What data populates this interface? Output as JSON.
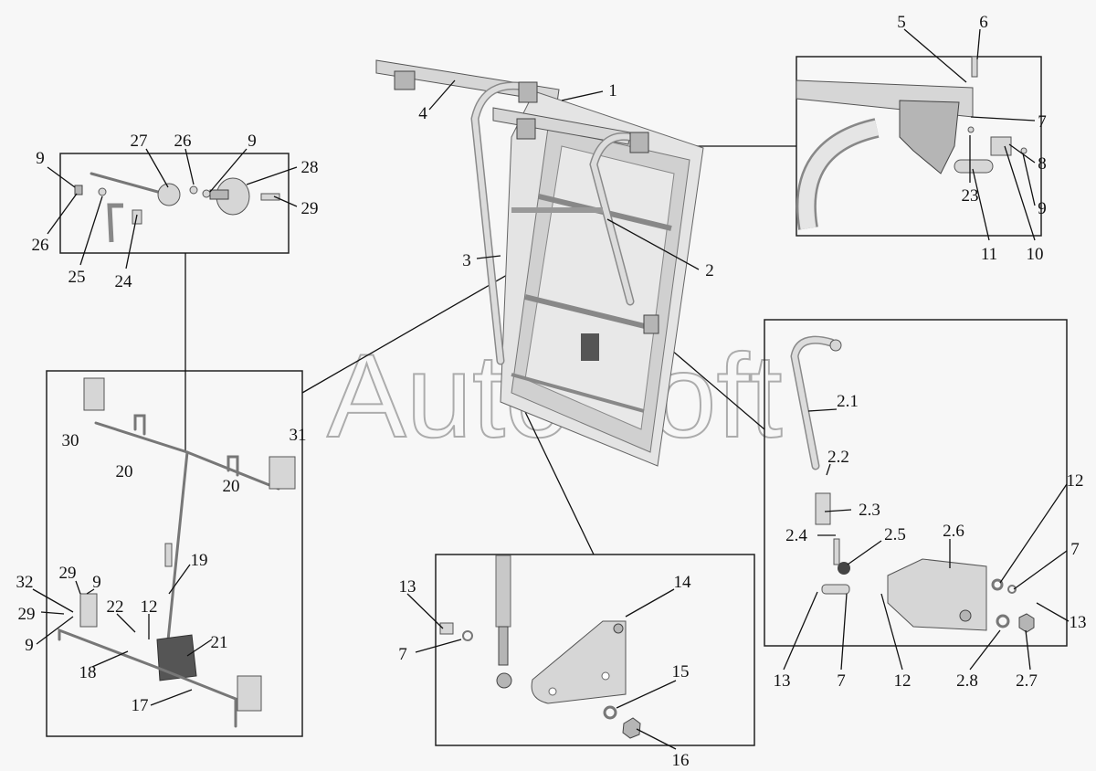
{
  "watermark": "AutoSoft",
  "labels": [
    "5",
    "6",
    "1",
    "4",
    "7",
    "8",
    "27",
    "26",
    "9",
    "9",
    "28",
    "29",
    "23",
    "9",
    "26",
    "25",
    "24",
    "11",
    "10",
    "3",
    "2",
    "2.1",
    "30",
    "31",
    "20",
    "20",
    "2.2",
    "2.3",
    "2.4",
    "2.5",
    "2.6",
    "12",
    "7",
    "13",
    "19",
    "29",
    "9",
    "32",
    "29",
    "9",
    "22",
    "12",
    "21",
    "18",
    "17",
    "13",
    "14",
    "7",
    "15",
    "16",
    "13",
    "7",
    "12",
    "2.8",
    "2.7"
  ]
}
